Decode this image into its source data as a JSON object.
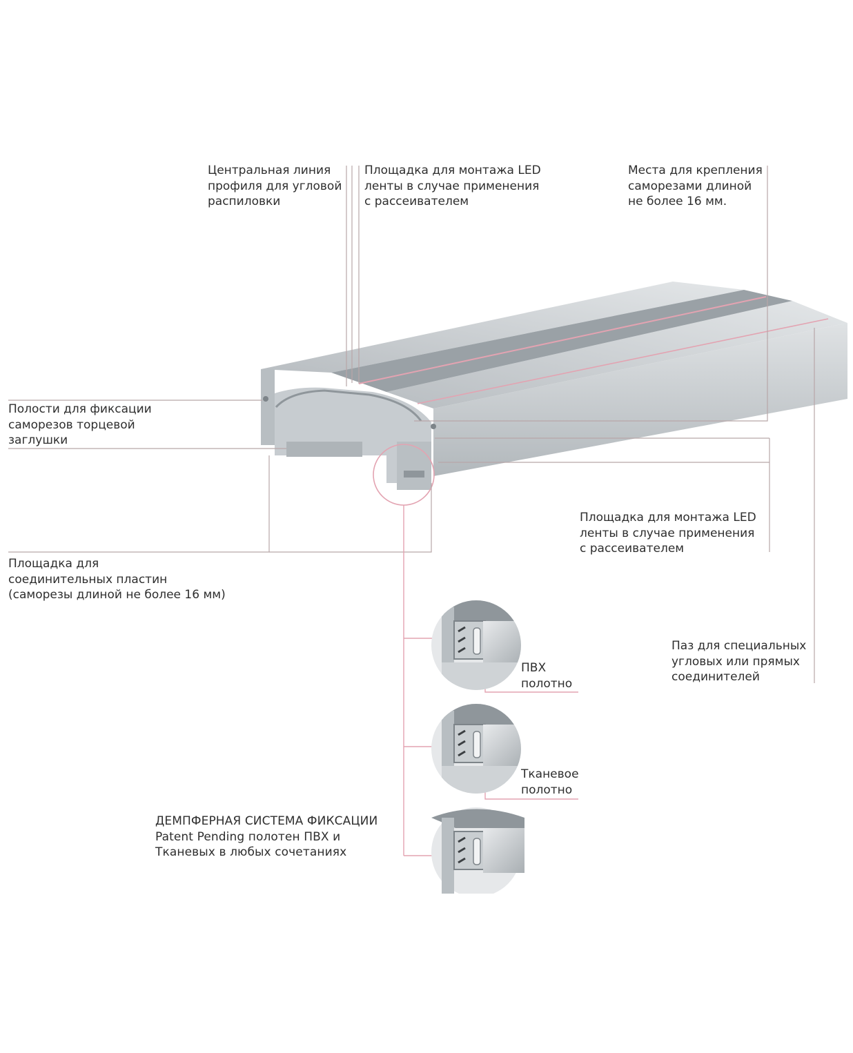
{
  "labels": {
    "center_line": [
      "Центральная линия",
      "профиля для угловой",
      "распиловки"
    ],
    "led_top": [
      "Площадка для монтажа LED",
      "ленты в случае применения",
      "с рассеивателем"
    ],
    "screw_places": [
      "Места для крепления",
      "саморезами длиной",
      "не более 16 мм."
    ],
    "end_cap_cavities": [
      "Полости для фиксации",
      "саморезов торцевой",
      "заглушки"
    ],
    "led_bottom": [
      "Площадка для монтажа LED",
      "ленты в случае применения",
      "с рассеивателем"
    ],
    "connector_plates": [
      "Площадка для",
      "соединительных пластин",
      "(саморезы длиной не более 16 мм)"
    ],
    "groove": [
      "Паз для специальных",
      "угловых или прямых",
      "соединителей"
    ],
    "pvc": [
      "ПВХ",
      "полотно"
    ],
    "fabric": [
      "Тканевое",
      "полотно"
    ],
    "damper": [
      "ДЕМПФЕРНАЯ СИСТЕМА ФИКСАЦИИ",
      "Patent Pending полотен ПВХ и",
      "Тканевых в любых сочетаниях"
    ]
  },
  "colors": {
    "leader_line": "#b8a6a8",
    "accent_pink": "#e3a3b1",
    "aluminium_light": "#d7dbde",
    "aluminium_mid": "#bfc4c8",
    "aluminium_dark": "#8f969b"
  }
}
